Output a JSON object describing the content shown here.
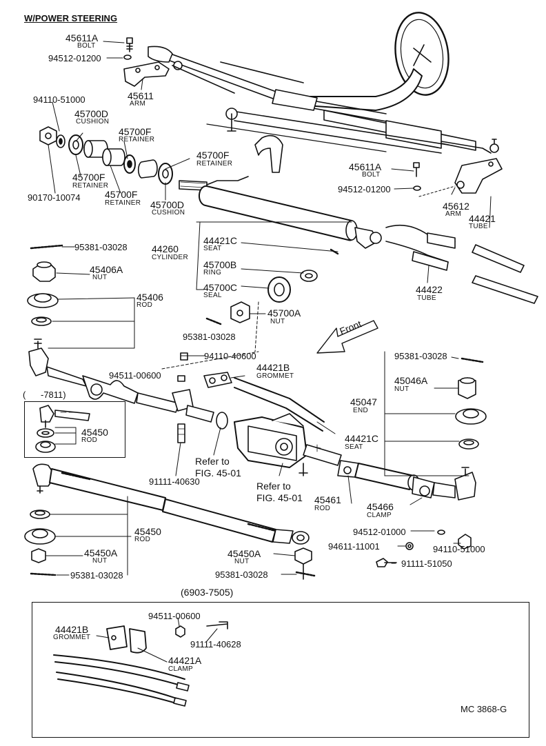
{
  "title": "W/POWER STEERING",
  "footer_code": "MC 3868-G",
  "inset_left_range": "(      -7811)",
  "inset_bottom_range": "(6903-7505)",
  "labels": {
    "p45611A_top": "45611A",
    "bolt_top": "BOLT",
    "p94512_01200_top": "94512-01200",
    "p45611": "45611",
    "arm_45611": "ARM",
    "p94110_51000_top": "94110-51000",
    "p45700D_a": "45700D",
    "cushion_a": "CUSHION",
    "p45700F_a": "45700F",
    "retainer_a": "RETAINER",
    "p45700F_b": "45700F",
    "retainer_b": "RETAINER",
    "p45700F_c": "45700F",
    "retainer_c": "RETAINER",
    "p45700F_d": "45700F",
    "retainer_d": "RETAINER",
    "p45700D_b": "45700D",
    "cushion_b": "CUSHION",
    "p90170_10074": "90170-10074",
    "p45611A_right": "45611A",
    "bolt_right": "BOLT",
    "p94512_01200_right": "94512-01200",
    "p45612": "45612",
    "arm_45612": "ARM",
    "p44421": "44421",
    "tube_44421": "TUBE",
    "p95381_03028_a": "95381-03028",
    "p44260": "44260",
    "cylinder": "CYLINDER",
    "p44421C_a": "44421C",
    "seat_a": "SEAT",
    "p45406A": "45406A",
    "nut_45406A": "NUT",
    "p45700B": "45700B",
    "ring": "RING",
    "p45406": "45406",
    "rod_45406": "ROD",
    "p45700C": "45700C",
    "seal": "SEAL",
    "p44422": "44422",
    "tube_44422": "TUBE",
    "p45700A": "45700A",
    "nut_45700A": "NUT",
    "front": "Front",
    "p95381_03028_b": "95381-03028",
    "p94110_40600": "94110-40600",
    "p95381_03028_c": "95381-03028",
    "p44421B_a": "44421B",
    "grommet_a": "GROMMET",
    "p94511_00600_a": "94511-00600",
    "p45046A": "45046A",
    "nut_45046A": "NUT",
    "p45047": "45047",
    "end_45047": "END",
    "p45450_inset": "45450",
    "rod_45450_inset": "ROD",
    "p44421C_b": "44421C",
    "seat_b": "SEAT",
    "refer_a1": "Refer to",
    "refer_a2": "FIG. 45-01",
    "refer_b1": "Refer to",
    "refer_b2": "FIG. 45-01",
    "p91111_40630": "91111-40630",
    "p45461": "45461",
    "rod_45461": "ROD",
    "p45466": "45466",
    "clamp_45466": "CLAMP",
    "p45450": "45450",
    "rod_45450": "ROD",
    "p94512_01000": "94512-01000",
    "p45450A_a": "45450A",
    "nut_45450A_a": "NUT",
    "p94611_11001": "94611-11001",
    "p94110_51000_b": "94110-51000",
    "p45450A_b": "45450A",
    "nut_45450A_b": "NUT",
    "p91111_51050": "91111-51050",
    "p95381_03028_d": "95381-03028",
    "p95381_03028_e": "95381-03028",
    "p94511_00600_b": "94511-00600",
    "p44421B_b": "44421B",
    "grommet_b": "GROMMET",
    "p91111_40628": "91111-40628",
    "p44421A": "44421A",
    "clamp_44421A": "CLAMP"
  }
}
